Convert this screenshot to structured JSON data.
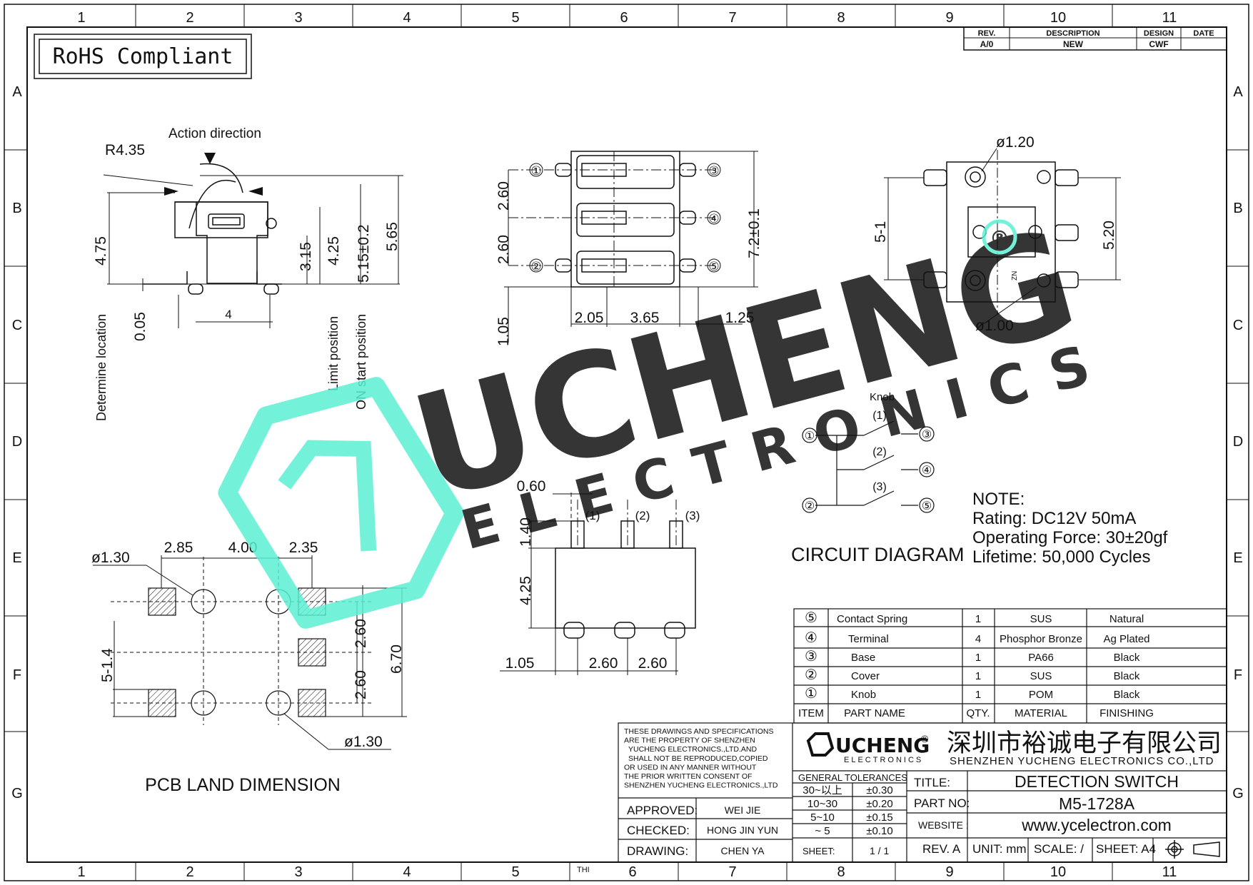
{
  "grid": {
    "columns": [
      "1",
      "2",
      "3",
      "4",
      "5",
      "6",
      "7",
      "8",
      "9",
      "10",
      "11"
    ],
    "rows": [
      "A",
      "B",
      "C",
      "D",
      "E",
      "F",
      "G"
    ]
  },
  "revision": {
    "headers": [
      "REV.",
      "DESCRIPTION",
      "DESIGN",
      "DATE"
    ],
    "row": [
      "A/0",
      "NEW",
      "CWF",
      ""
    ]
  },
  "rohs": "RoHS Compliant",
  "watermark": {
    "brand": "UCHENG",
    "sub": "ELECTRONICS",
    "mark": "®",
    "color": "#5cf0d2"
  },
  "side_view": {
    "action_direction": "Action  direction",
    "r": "R4.35",
    "dims": [
      "4.75",
      "0.05",
      "4",
      "3.15",
      "4.25",
      "5.15±0.2",
      "5.65"
    ],
    "labels": [
      "Determine location",
      "Limit position",
      "ON start position"
    ]
  },
  "top_view": {
    "dims_left": [
      "2.60",
      "2.60",
      "1.05"
    ],
    "dims_bottom": [
      "2.05",
      "3.65",
      "1.25"
    ],
    "dim_right": "7.2±0.1",
    "pins": [
      "①",
      "②",
      "③",
      "④",
      "⑤"
    ]
  },
  "bottom_view": {
    "dims": [
      "ø1.20",
      "ø1.00",
      "5-1",
      "5.20"
    ],
    "marking": "ZN"
  },
  "circuit": {
    "knob": "Knob",
    "nodes": [
      "①",
      "②",
      "③",
      "④",
      "⑤"
    ],
    "positions": [
      "(1)",
      "(2)",
      "(3)"
    ],
    "title": "CIRCUIT  DIAGRAM"
  },
  "note": {
    "title": "NOTE:",
    "lines": [
      "Rating:  DC12V  50mA",
      "Operating  Force:  30±20gf",
      "Lifetime:  50,000  Cycles"
    ]
  },
  "front_view": {
    "dims": [
      "0.60",
      "1.40",
      "4.25",
      "1.05",
      "2.60",
      "2.60"
    ],
    "positions": [
      "(1)",
      "(2)",
      "(3)"
    ]
  },
  "pcb": {
    "dims": [
      "ø1.30",
      "2.85",
      "4.00",
      "2.35",
      "5-1.4",
      "2.60",
      "2.60",
      "6.70",
      "ø1.30"
    ],
    "title": "PCB  LAND  DIMENSION"
  },
  "bom": {
    "headers": [
      "ITEM",
      "PART  NAME",
      "QTY.",
      "MATERIAL",
      "FINISHING"
    ],
    "rows": [
      [
        "⑤",
        "Contact  Spring",
        "1",
        "SUS",
        "Natural"
      ],
      [
        "④",
        "Terminal",
        "4",
        "Phosphor  Bronze",
        "Ag  Plated"
      ],
      [
        "③",
        "Base",
        "1",
        "PA66",
        "Black"
      ],
      [
        "②",
        "Cover",
        "1",
        "SUS",
        "Black"
      ],
      [
        "①",
        "Knob",
        "1",
        "POM",
        "Black"
      ]
    ]
  },
  "title_block": {
    "disclaimer": [
      "THESE DRAWINGS AND SPECIFICATIONS",
      "ARE THE PROPERTY OF SHENZHEN",
      "YUCHENG ELECTRONICS.,LTD.AND",
      "SHALL NOT BE REPRODUCED,COPIED",
      "OR USED IN ANY MANNER WITHOUT",
      "THE PRIOR WRITTEN CONSENT OF",
      "SHENZHEN YUCHENG ELECTRONICS.,LTD"
    ],
    "approved_label": "APPROVED:",
    "approved": "WEI JIE",
    "checked_label": "CHECKED:",
    "checked": "HONG JIN YUN",
    "drawing_label": "DRAWING:",
    "drawing": "CHEN YA",
    "logo_text": "UCHENG",
    "logo_sub": "ELECTRONICS",
    "logo_mark": "®",
    "company_cn": "深圳市裕诚电子有限公司",
    "company_en": "SHENZHEN YUCHENG ELECTRONICS CO.,LTD",
    "tol_title": "GENERAL TOLERANCES",
    "tolerances": [
      [
        "30~以上",
        "±0.30"
      ],
      [
        "10~30",
        "±0.20"
      ],
      [
        "5~10",
        "±0.15"
      ],
      [
        "~ 5",
        "±0.10"
      ]
    ],
    "sheet_label": "SHEET:",
    "sheet": "1 / 1",
    "title_label": "TITLE:",
    "title": "DETECTION SWITCH",
    "part_label": "PART NO:",
    "part_no": "M5-1728A",
    "website_label": "WEBSITE :",
    "website": "www.ycelectron.com",
    "rev": "REV. A",
    "unit": "UNIT: mm",
    "scale": "SCALE: /",
    "sheet_size": "SHEET: A4",
    "thi": "THI"
  }
}
